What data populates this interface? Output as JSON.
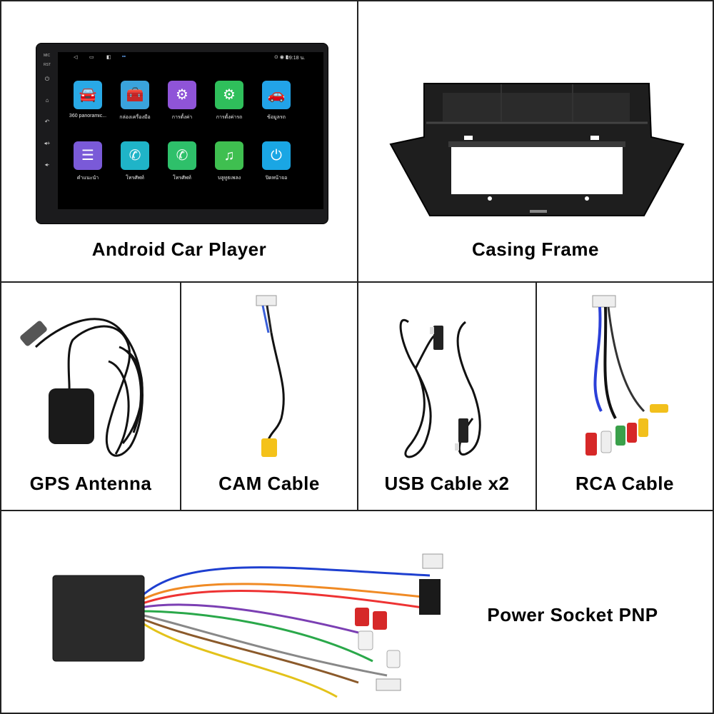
{
  "captions": {
    "player": "Android Car Player",
    "frame": "Casing Frame",
    "gps": "GPS Antenna",
    "cam": "CAM Cable",
    "usb": "USB Cable x2",
    "rca": "RCA Cable",
    "power": "Power Socket PNP"
  },
  "device": {
    "bezel_labels": [
      "MIC",
      "RST"
    ],
    "status_time": "09:18 น.",
    "apps": [
      {
        "label": "360 panoramic...",
        "icon": "car-360-icon",
        "color": "#29a9e6",
        "glyph": "🚘"
      },
      {
        "label": "กล่องเครื่องมือ",
        "icon": "toolbox-icon",
        "color": "#3aa3dc",
        "glyph": "🧰"
      },
      {
        "label": "การตั้งค่า",
        "icon": "gear-icon",
        "color": "#8f54d8",
        "glyph": "⚙"
      },
      {
        "label": "การตั้งค่ารถ",
        "icon": "car-settings-icon",
        "color": "#2fbf5b",
        "glyph": "⚙"
      },
      {
        "label": "ข้อมูลรถ",
        "icon": "car-info-icon",
        "color": "#22a3e8",
        "glyph": "🚗"
      },
      {
        "label": "คำแนะนำ",
        "icon": "list-icon",
        "color": "#7a5ad8",
        "glyph": "☰"
      },
      {
        "label": "โทรศัพท์",
        "icon": "phone-icon",
        "color": "#1fb4c8",
        "glyph": "✆"
      },
      {
        "label": "โทรศัพท์",
        "icon": "phone-icon",
        "color": "#2ec06a",
        "glyph": "✆"
      },
      {
        "label": "บลูทูธเพลง",
        "icon": "bluetooth-music-icon",
        "color": "#3fbf50",
        "glyph": "♫"
      },
      {
        "label": "ปิดหน้าจอ",
        "icon": "power-icon",
        "color": "#1aa6e4",
        "glyph": "⏻"
      }
    ]
  }
}
